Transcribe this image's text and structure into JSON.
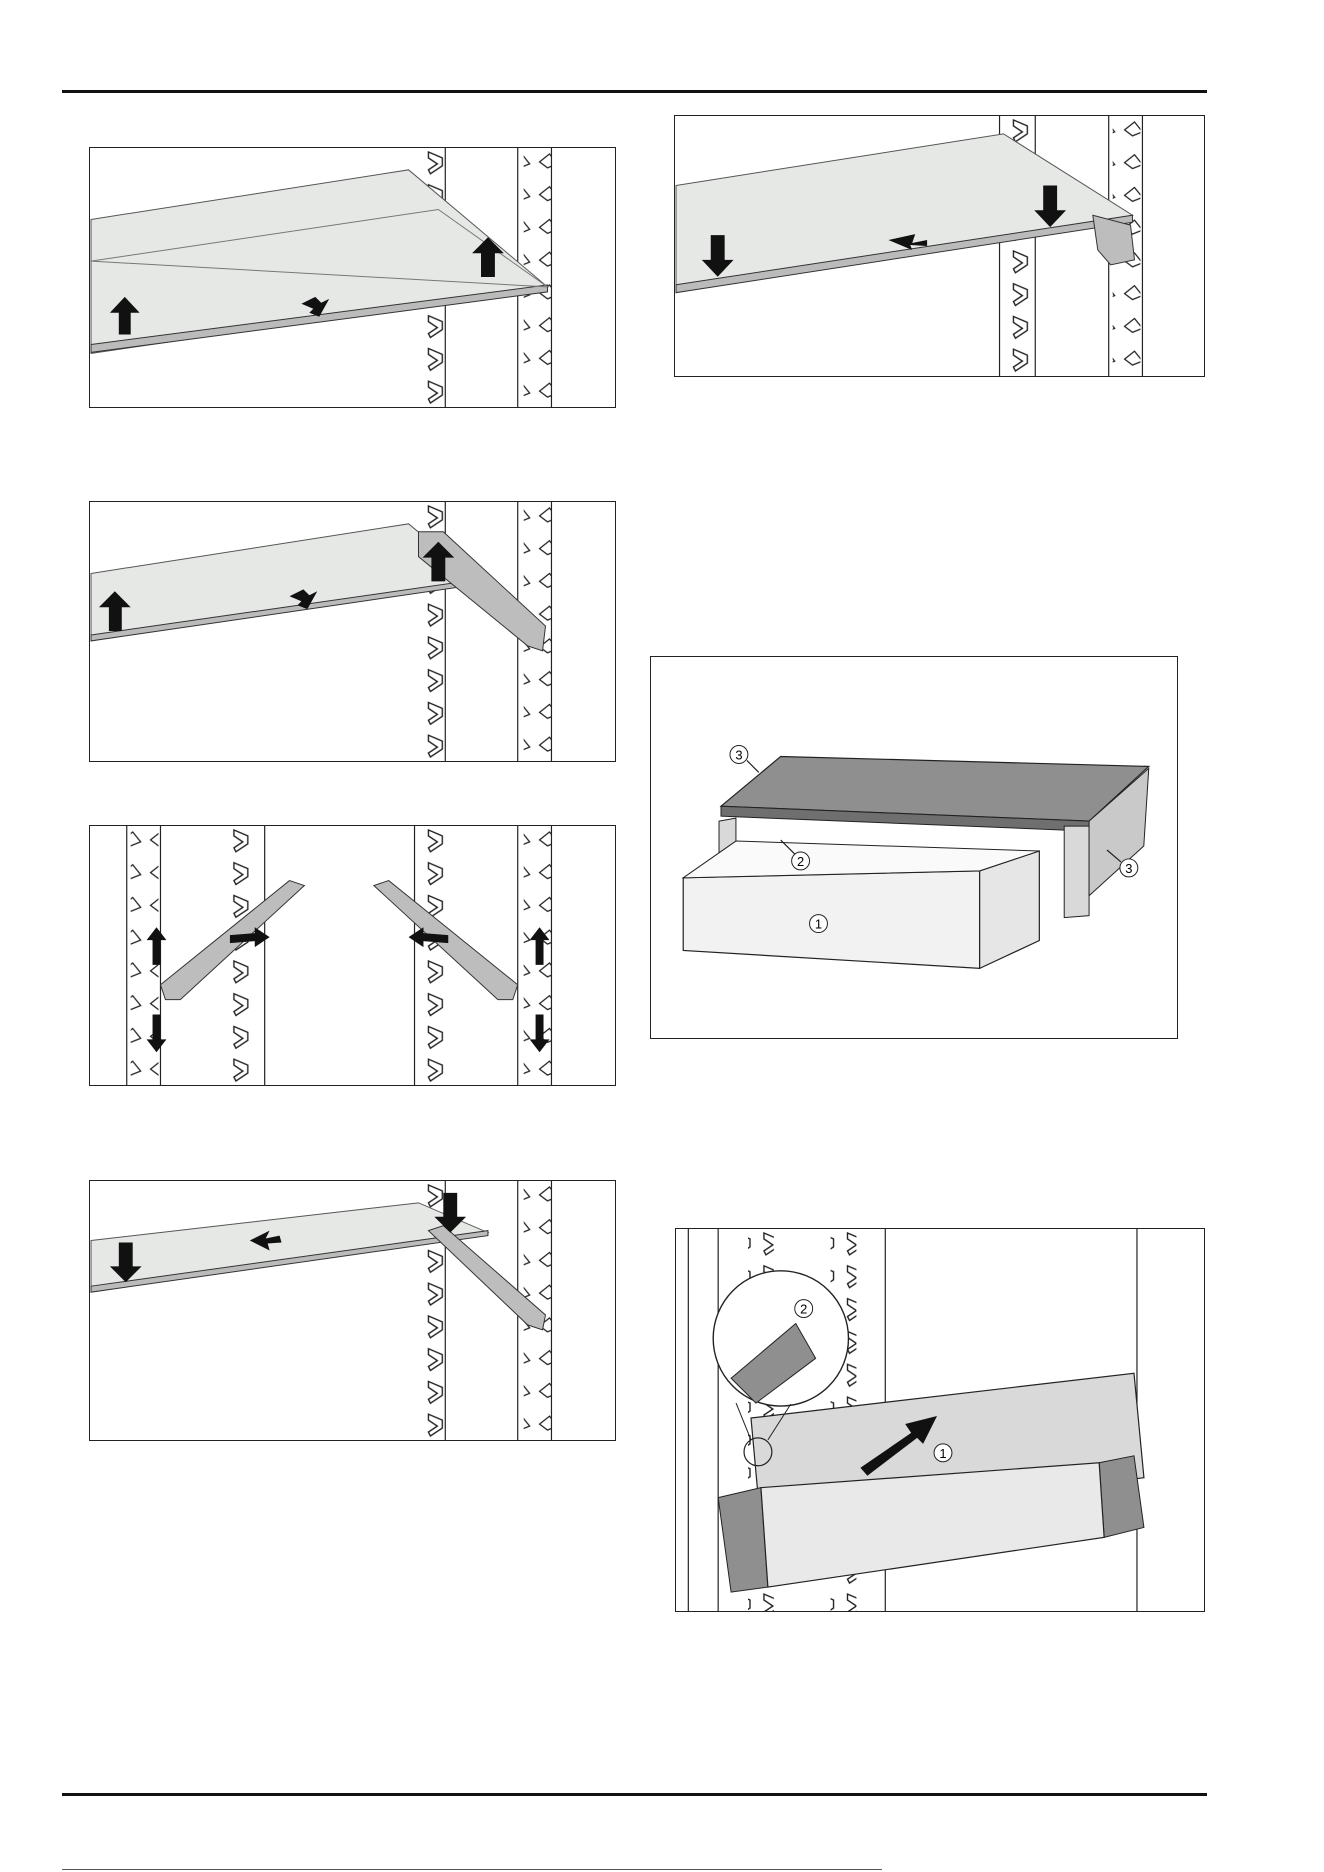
{
  "callouts": {
    "drawer_figure": [
      "1",
      "2",
      "3",
      "3"
    ],
    "install_figure": [
      "1",
      "2"
    ]
  },
  "colors": {
    "line": "#222222",
    "glass": "#e4e6e4",
    "glass_edge": "#9a9e9a",
    "rail": "#c8c8c8",
    "drawer_top": "#8e8e8e",
    "drawer_front": "#f1f1f1",
    "arrow": "#111111"
  }
}
